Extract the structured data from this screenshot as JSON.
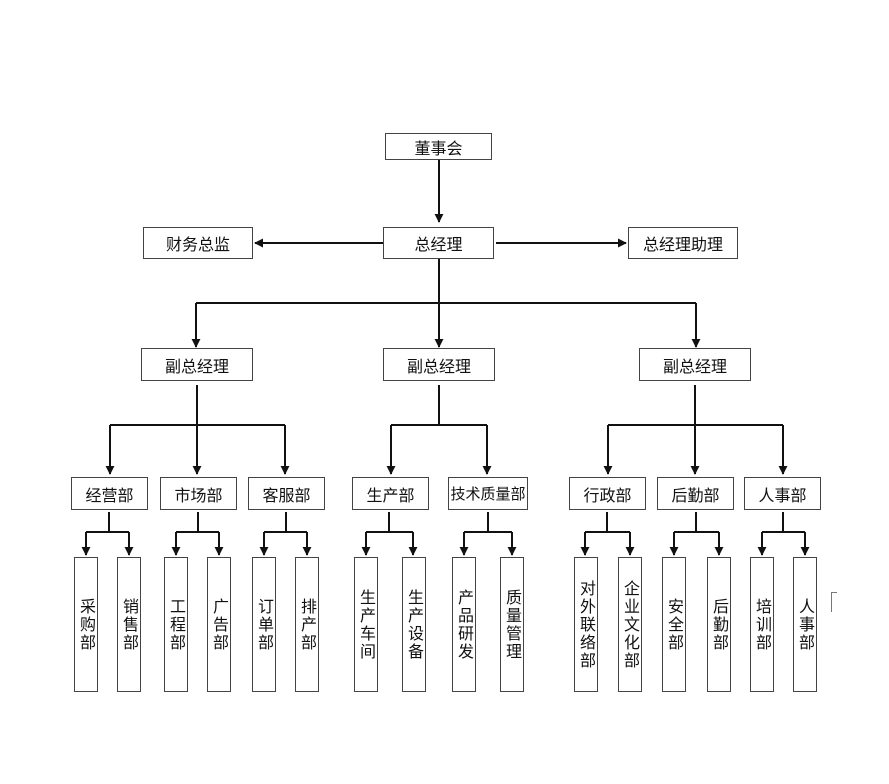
{
  "colors": {
    "line": "#111111",
    "box_border": "#444444",
    "text": "#111111"
  },
  "org": {
    "board": "董事会",
    "gm": "总经理",
    "finance": "财务总监",
    "assistant": "总经理助理",
    "vp_left": "副总经理",
    "vp_mid": "副总经理",
    "vp_right": "副总经理",
    "depts": {
      "jingying": "经营部",
      "shichang": "市场部",
      "kefu": "客服部",
      "shengchan": "生产部",
      "jishu": "技术质量部",
      "xingzheng": "行政部",
      "houqin": "后勤部",
      "renshi": "人事部"
    },
    "units": {
      "caigou": "采购部",
      "xiaoshou": "销售部",
      "gongcheng": "工程部",
      "guanggao": "广告部",
      "dingdan": "订单部",
      "paichan": "排产部",
      "chejian": "生产车间",
      "shebei": "生产设备",
      "yanfa": "产品研发",
      "zhiliang": "质量管理",
      "duiwai": "对外联络部",
      "wenhua": "企业文化部",
      "anquan": "安全部",
      "houqin2": "后勤部",
      "peixun": "培训部",
      "renshi2": "人事部"
    }
  }
}
